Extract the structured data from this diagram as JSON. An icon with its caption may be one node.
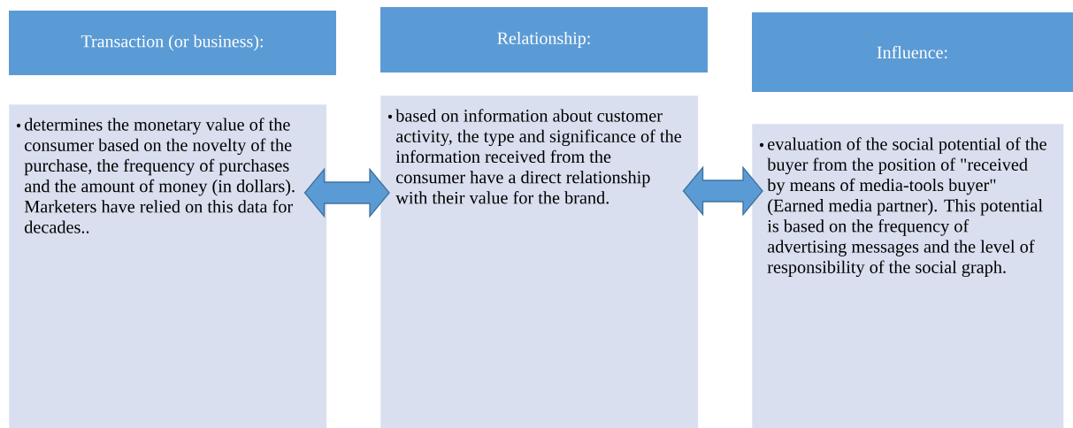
{
  "diagram": {
    "nodes": [
      {
        "text": [
          "Transaction (or business):"
        ]
      },
      {
        "text": [
          "Relationship:"
        ]
      },
      {
        "text": [
          "Influence:"
        ]
      },
      {
        "text": [
          "determines the monetary value of the consumer based on the novelty of the purchase, the frequency of purchases and the amount of money (in dollars). Marketers have relied on this data for decades.."
        ]
      },
      {
        "text": [
          "based on information about customer activity, the type and significance of the information received from the consumer have a direct relationship with their value for the brand."
        ]
      },
      {
        "text": [
          "evaluation of the social potential of the buyer from the position of \"received by means of media-tools buyer\" (Earned media partner). This potential is based on the frequency of advertising messages and the level of responsibility of the social graph."
        ]
      }
    ],
    "edges": [
      {
        "from": 3,
        "to": 4,
        "arrow": "both"
      },
      {
        "from": 4,
        "to": 5,
        "arrow": "both"
      }
    ]
  }
}
